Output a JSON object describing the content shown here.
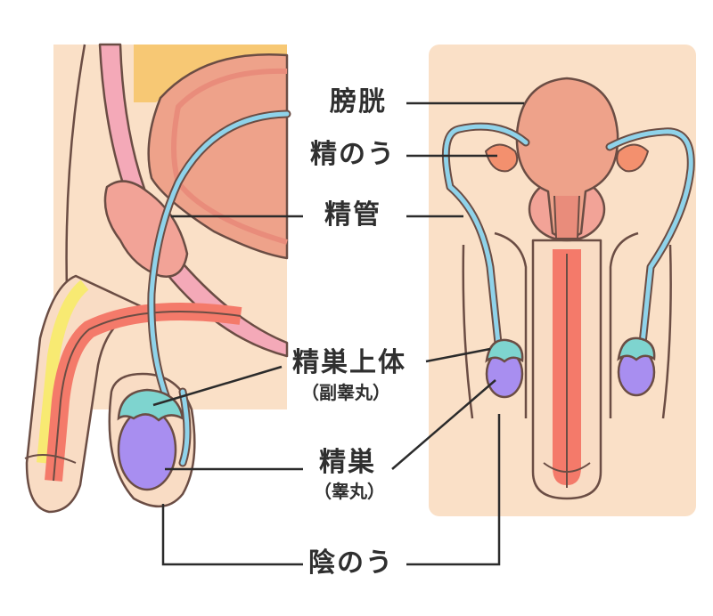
{
  "labels": {
    "bladder": "膀胱",
    "seminal_vesicle": "精のう",
    "vas_deferens": "精管",
    "epididymis": "精巣上体",
    "epididymis_sub": "（副睾丸）",
    "testis": "精巣",
    "testis_sub": "（睾丸）",
    "scrotum": "陰のう"
  },
  "colors": {
    "skin": "#f9dcc4",
    "panel": "#fae0c7",
    "outline": "#6b4d44",
    "bladder": "#eea28a",
    "bladder_dark": "#e98c7b",
    "prostate": "#f2a397",
    "vas": "#8fd3ea",
    "testis": "#a88ef0",
    "epididymis": "#7ed4cf",
    "urethra": "#f47a6a",
    "seminal_vesicle": "#f3906e",
    "fat": "#f7c874",
    "yellow": "#f8ea72",
    "pink_canal": "#f4a9b8",
    "line": "#2b2b2b"
  }
}
